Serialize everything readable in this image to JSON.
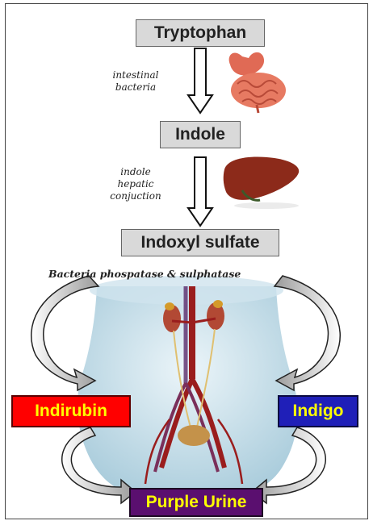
{
  "nodes": {
    "tryptophan": "Tryptophan",
    "indole": "Indole",
    "indoxyl_sulfate": "Indoxyl sulfate",
    "indirubin": "Indirubin",
    "indigo": "Indigo",
    "purple_urine": "Purple Urine"
  },
  "notes": {
    "step1_line1": "intestinal",
    "step1_line2": "bacteria",
    "step2_line1": "indole",
    "step2_line2": "hepatic",
    "step2_line3": "conjuction",
    "enzymes": "Bacteria phospatase & sulphatase"
  },
  "colors": {
    "indirubin_fill": "#ff0000",
    "indigo_fill": "#1f1fb8",
    "purple_urine_fill": "#5a0f6f",
    "label_text": "#ffff00",
    "grey_box": "#d9d9d9"
  }
}
